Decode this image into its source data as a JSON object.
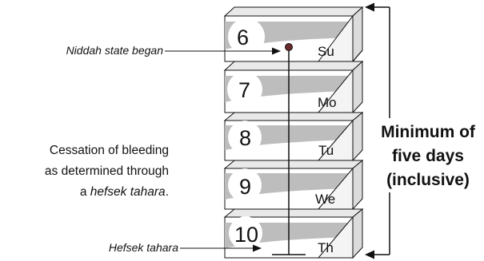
{
  "days": [
    {
      "number": "6",
      "weekday": "Su"
    },
    {
      "number": "7",
      "weekday": "Mo"
    },
    {
      "number": "8",
      "weekday": "Tu"
    },
    {
      "number": "9",
      "weekday": "We"
    },
    {
      "number": "10",
      "weekday": "Th"
    }
  ],
  "labels": {
    "niddah_began": "Niddah state began",
    "hefsek_tahara": "Hefsek tahara",
    "cessation": {
      "line1": "Cessation of bleeding",
      "line2": "as determined through",
      "line3_prefix": "a ",
      "line3_italic": "hefsek tahara",
      "line3_suffix": "."
    },
    "minimum": {
      "line1": "Minimum of",
      "line2": "five days",
      "line3": "(inclusive)"
    }
  },
  "colors": {
    "page_shade": "#bdbdbd",
    "page_face": "#ffffff",
    "outline": "#111111",
    "dot": "#6b2a2a"
  }
}
